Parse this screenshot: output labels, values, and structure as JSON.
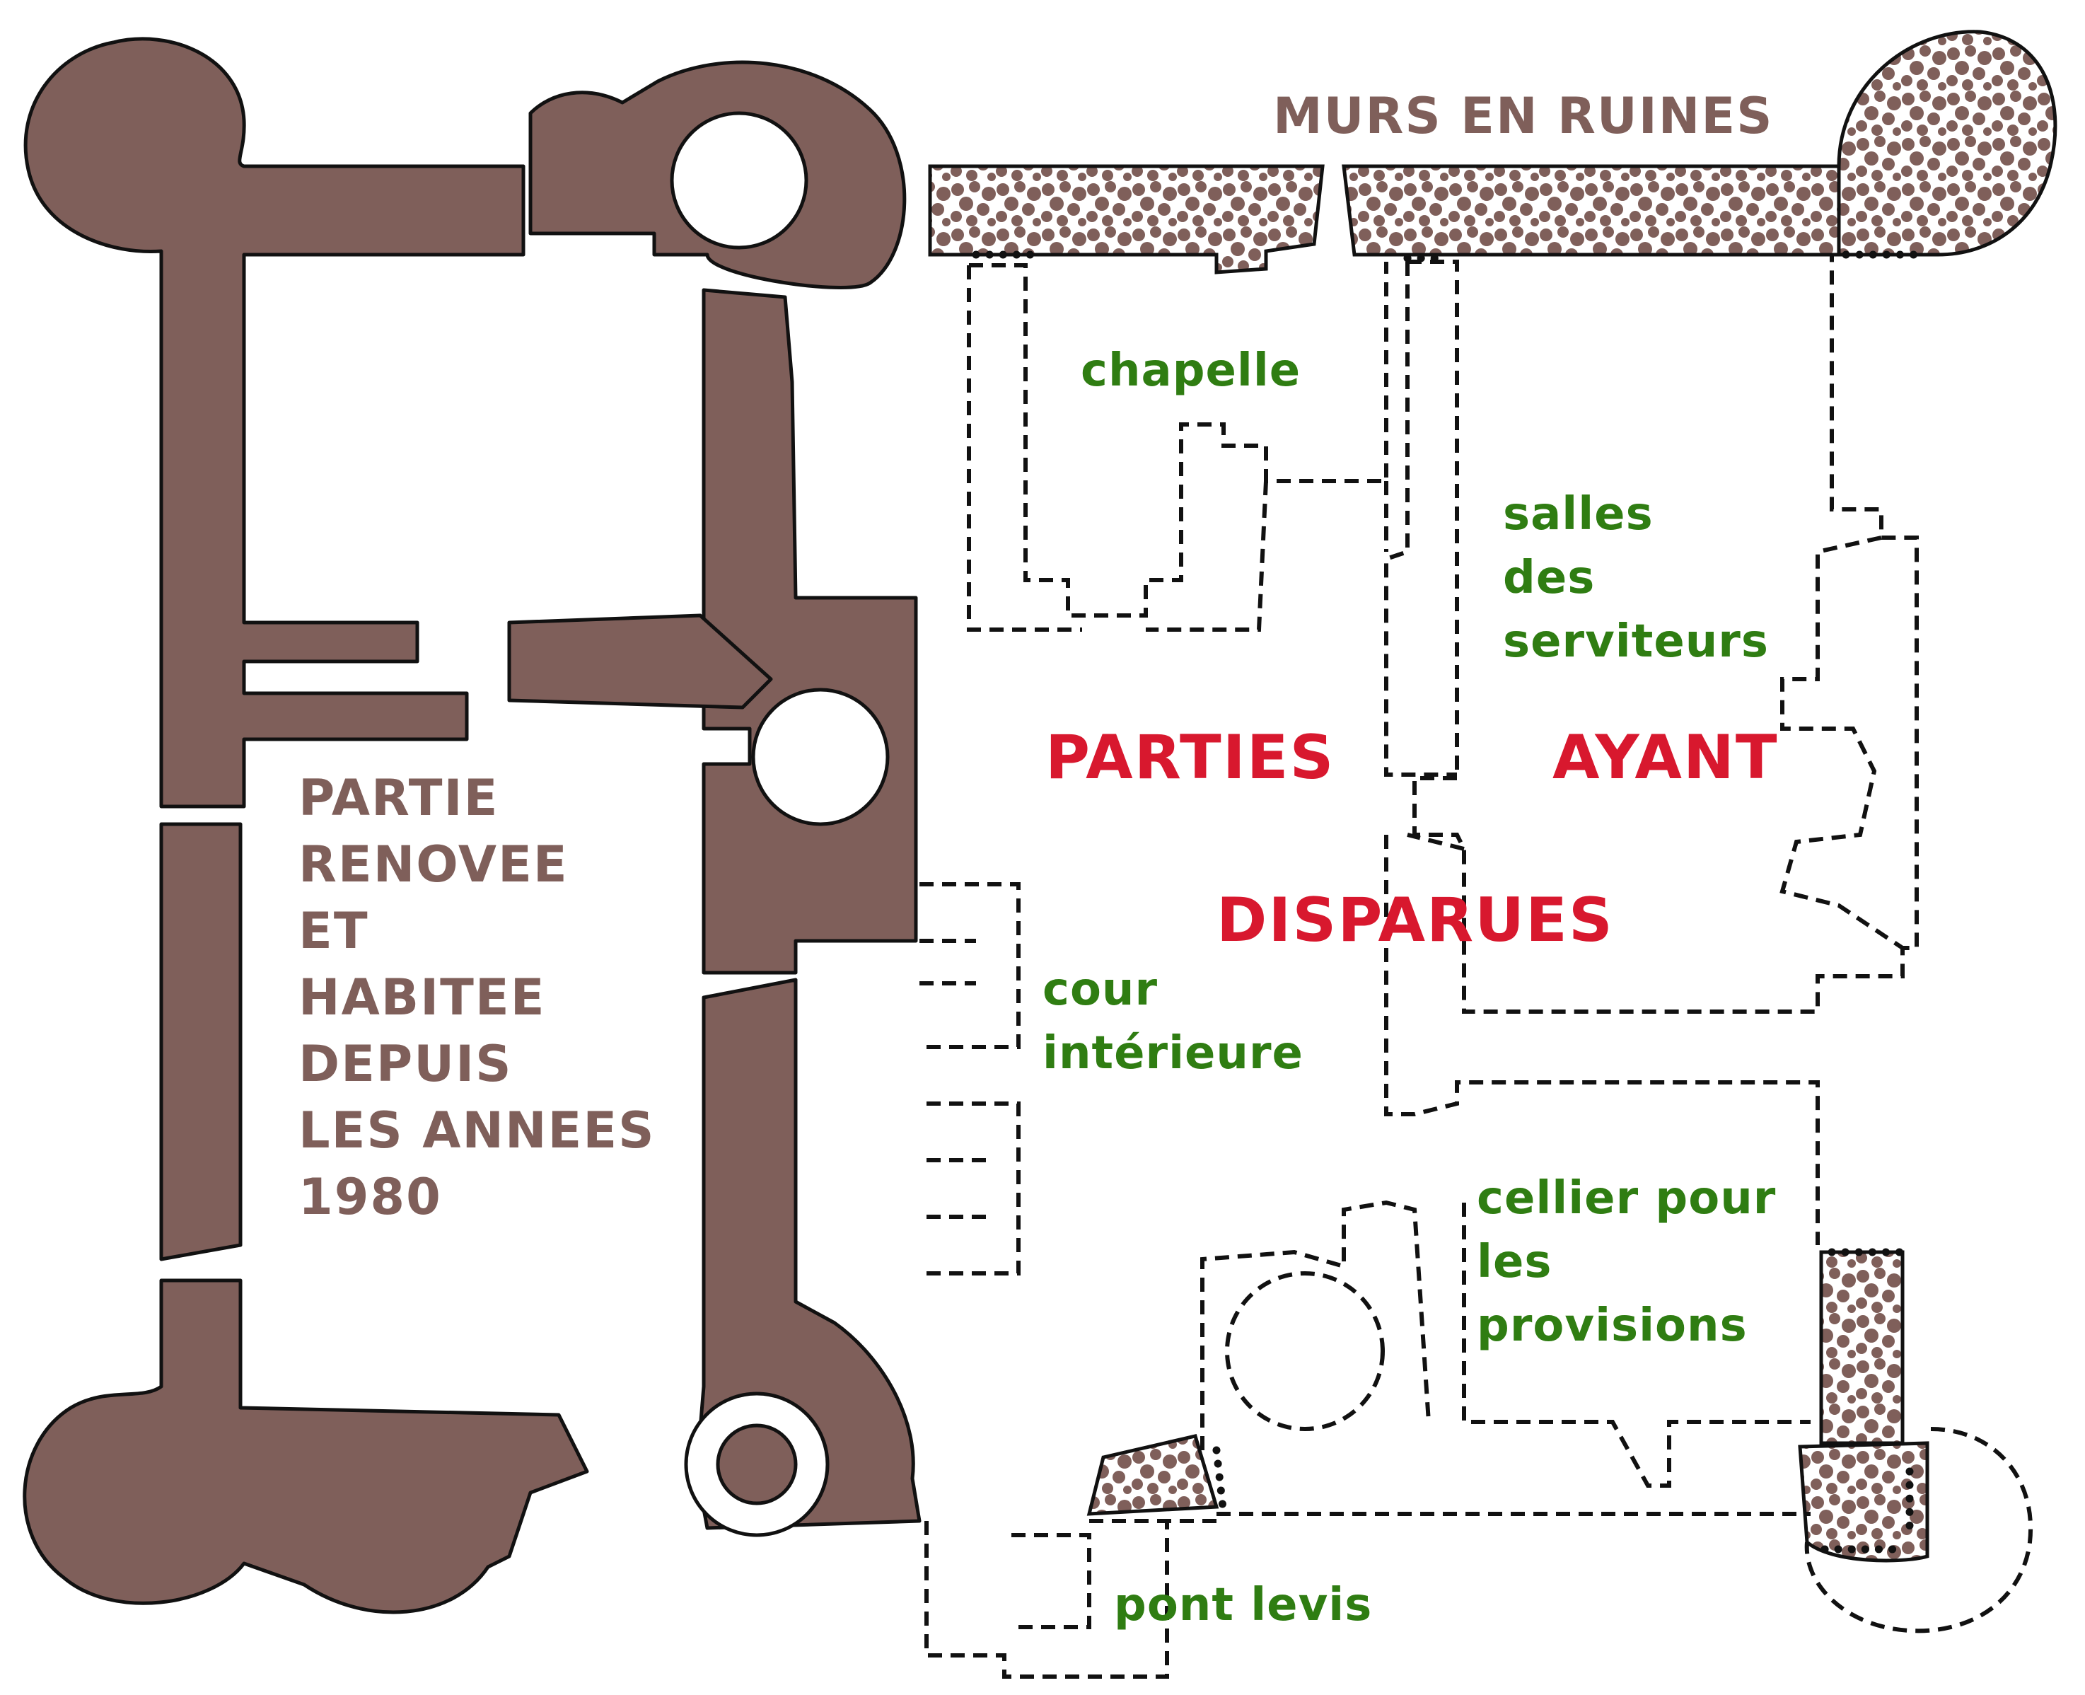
{
  "colors": {
    "standing_wall": "#7f5f5a",
    "label_brown": "#7f5f5a",
    "label_red": "#d8182e",
    "label_green": "#2f7d12",
    "outline": "#111111"
  },
  "labels": {
    "ruined_walls": "MURS EN RUINES",
    "renovated": [
      "PARTIE",
      "RENOVEE",
      "ET",
      "HABITEE",
      "DEPUIS",
      "LES ANNEES",
      "1980"
    ],
    "vanished": {
      "word1": "PARTIES",
      "word2": "AYANT",
      "word3": "DISPARUES"
    },
    "chapel": "chapelle",
    "servants": [
      "salles",
      "des",
      "serviteurs"
    ],
    "courtyard": [
      "cour",
      "intérieure"
    ],
    "cellar": [
      "cellier pour",
      "les",
      "provisions"
    ],
    "drawbridge": "pont levis"
  }
}
